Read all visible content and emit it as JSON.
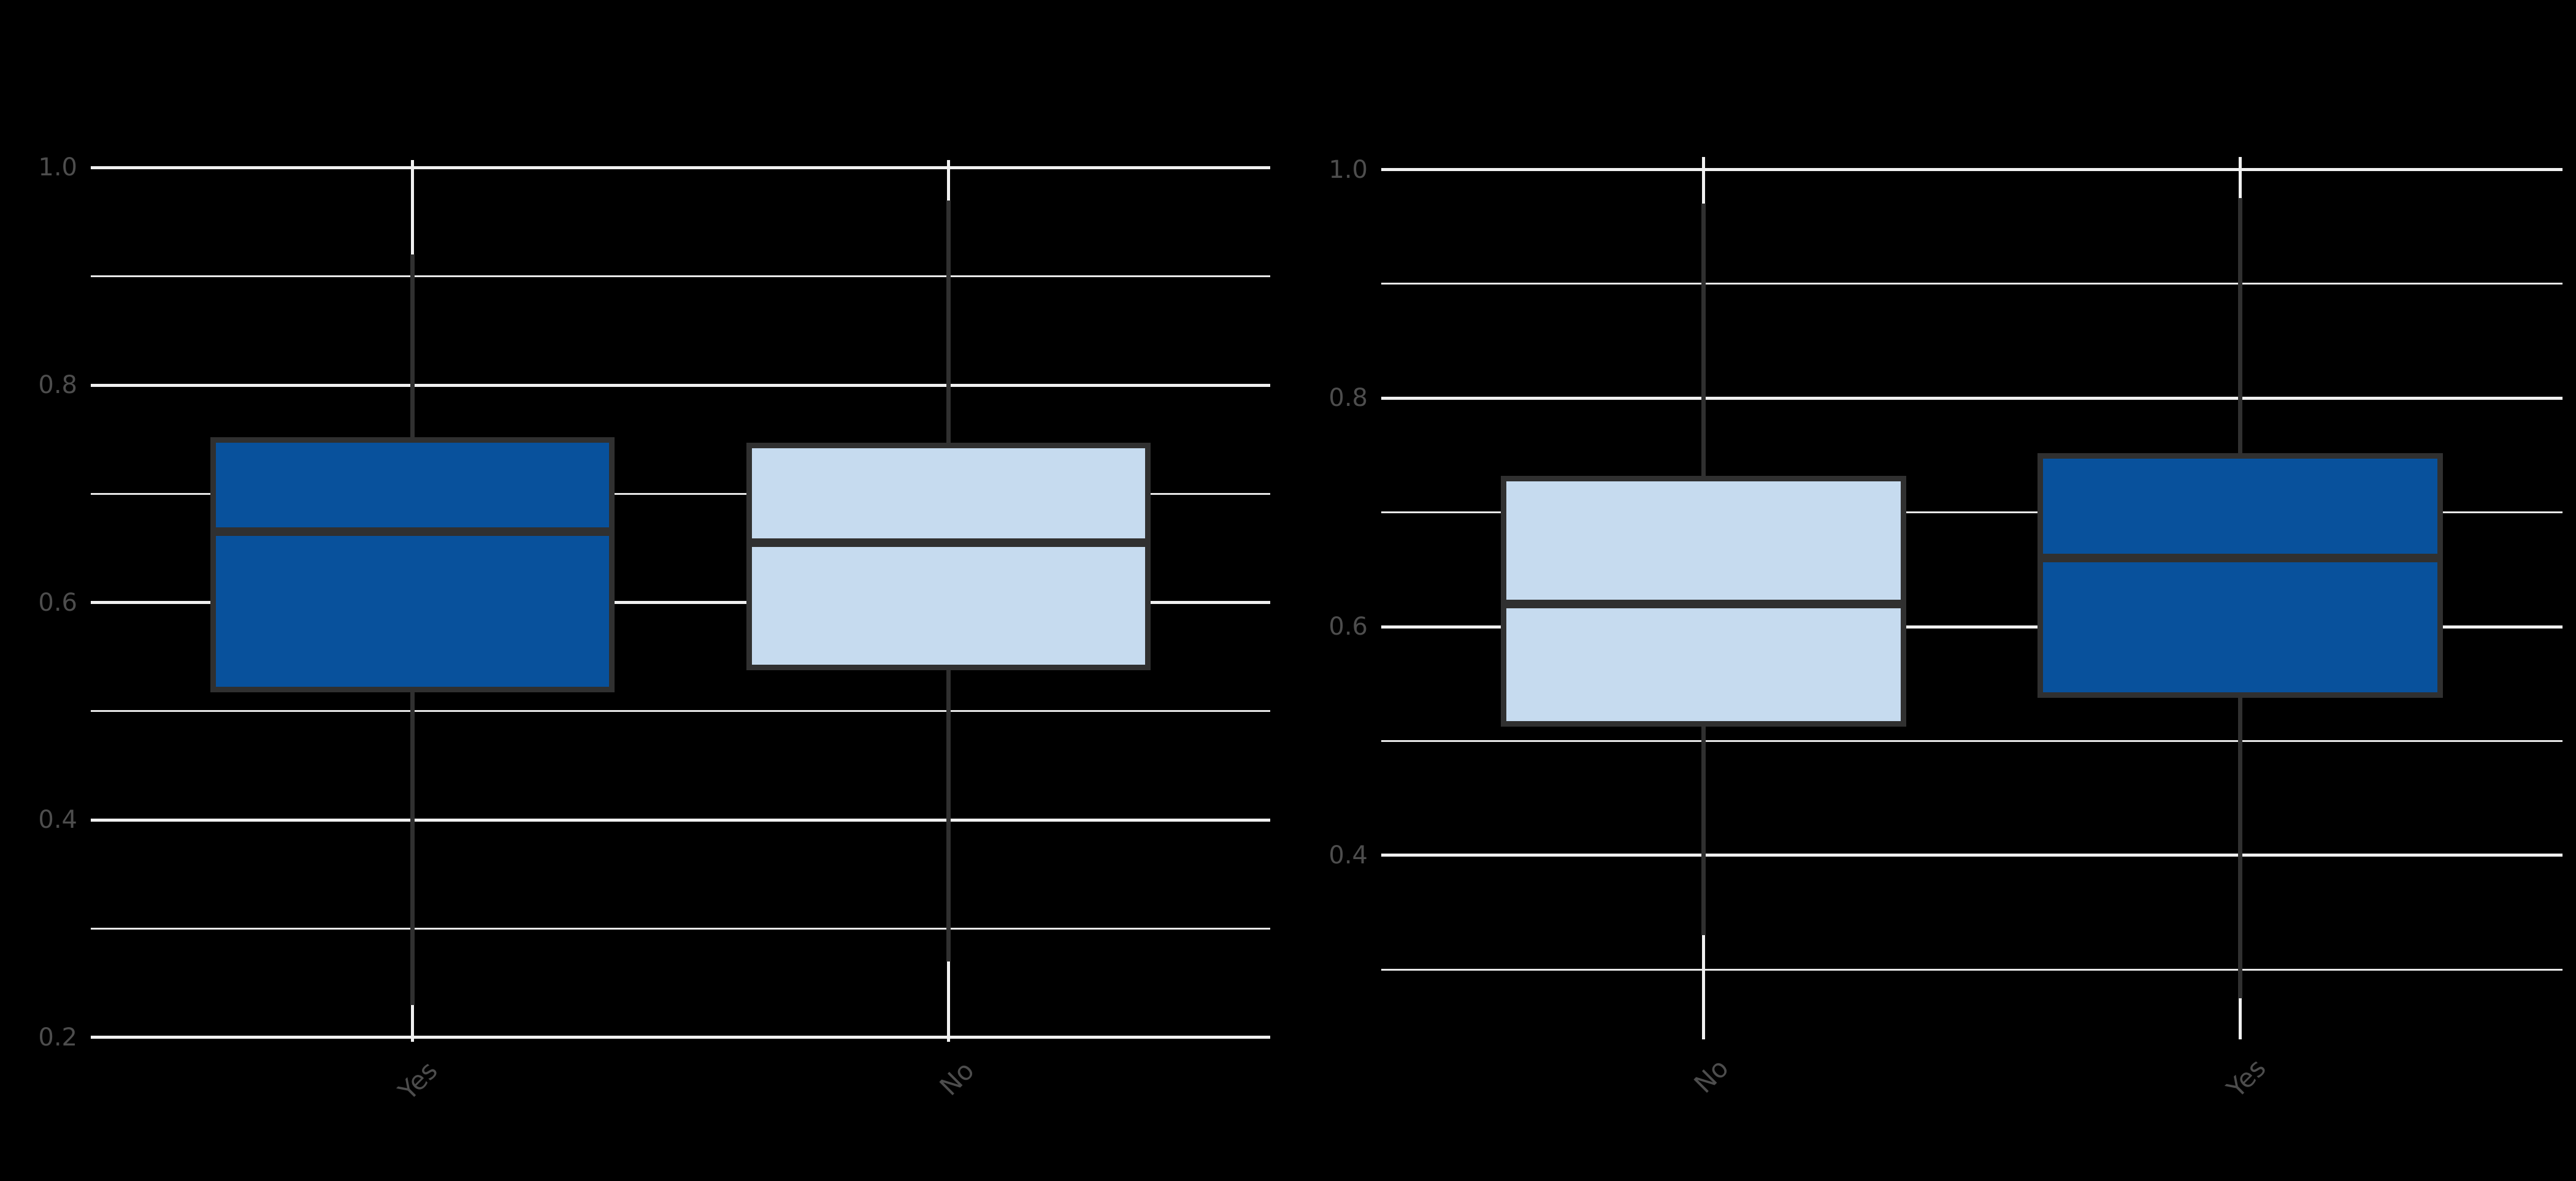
{
  "figure": {
    "visible_title": "",
    "panel_count": 2
  },
  "styles": {
    "background": "#000000",
    "fill_dark_blue": "#08519c",
    "fill_light_blue": "#c6dbef",
    "box_outline": "#303030",
    "grid_major": "#f0f0f0",
    "grid_minor": "#e8e8e8",
    "tick_text": "#4d4d4d"
  },
  "chart_data": [
    {
      "type": "boxplot",
      "panel": "left",
      "title": "",
      "xlabel": "",
      "ylabel": "",
      "grid": "on",
      "legend": "none",
      "categories": [
        "Yes",
        "No"
      ],
      "x_tick_labels": [
        "Yes",
        "No"
      ],
      "x_tick_angle_deg": 45,
      "ylim": [
        0.196,
        1.007
      ],
      "y_major_ticks": {
        "values": [
          1.0,
          0.8,
          0.6,
          0.4,
          0.2
        ],
        "labels": [
          "1.0",
          "0.8",
          "0.6",
          "0.4",
          "0.2"
        ]
      },
      "y_minor_ticks": [
        0.9,
        0.7,
        0.5,
        0.3
      ],
      "series": [
        {
          "category": "Yes",
          "fill": "#08519c",
          "whisker_low": 0.23,
          "q1": 0.52,
          "median": 0.665,
          "q3": 0.75,
          "whisker_high": 0.92
        },
        {
          "category": "No",
          "fill": "#c6dbef",
          "whisker_low": 0.27,
          "q1": 0.54,
          "median": 0.655,
          "q3": 0.745,
          "whisker_high": 0.97
        }
      ]
    },
    {
      "type": "boxplot",
      "panel": "right",
      "title": "",
      "xlabel": "",
      "ylabel": "",
      "grid": "on",
      "legend": "none",
      "categories": [
        "No",
        "Yes"
      ],
      "x_tick_labels": [
        "No",
        "Yes"
      ],
      "x_tick_angle_deg": 45,
      "ylim": [
        0.239,
        1.011
      ],
      "y_major_ticks": {
        "values": [
          1.0,
          0.8,
          0.6,
          0.4
        ],
        "labels": [
          "1.0",
          "0.8",
          "0.6",
          "0.4"
        ]
      },
      "y_minor_ticks": [
        0.9,
        0.7,
        0.5,
        0.3
      ],
      "series": [
        {
          "category": "No",
          "fill": "#c6dbef",
          "whisker_low": 0.33,
          "q1": 0.515,
          "median": 0.62,
          "q3": 0.73,
          "whisker_high": 0.97
        },
        {
          "category": "Yes",
          "fill": "#08519c",
          "whisker_low": 0.275,
          "q1": 0.54,
          "median": 0.66,
          "q3": 0.75,
          "whisker_high": 0.975
        }
      ]
    }
  ]
}
